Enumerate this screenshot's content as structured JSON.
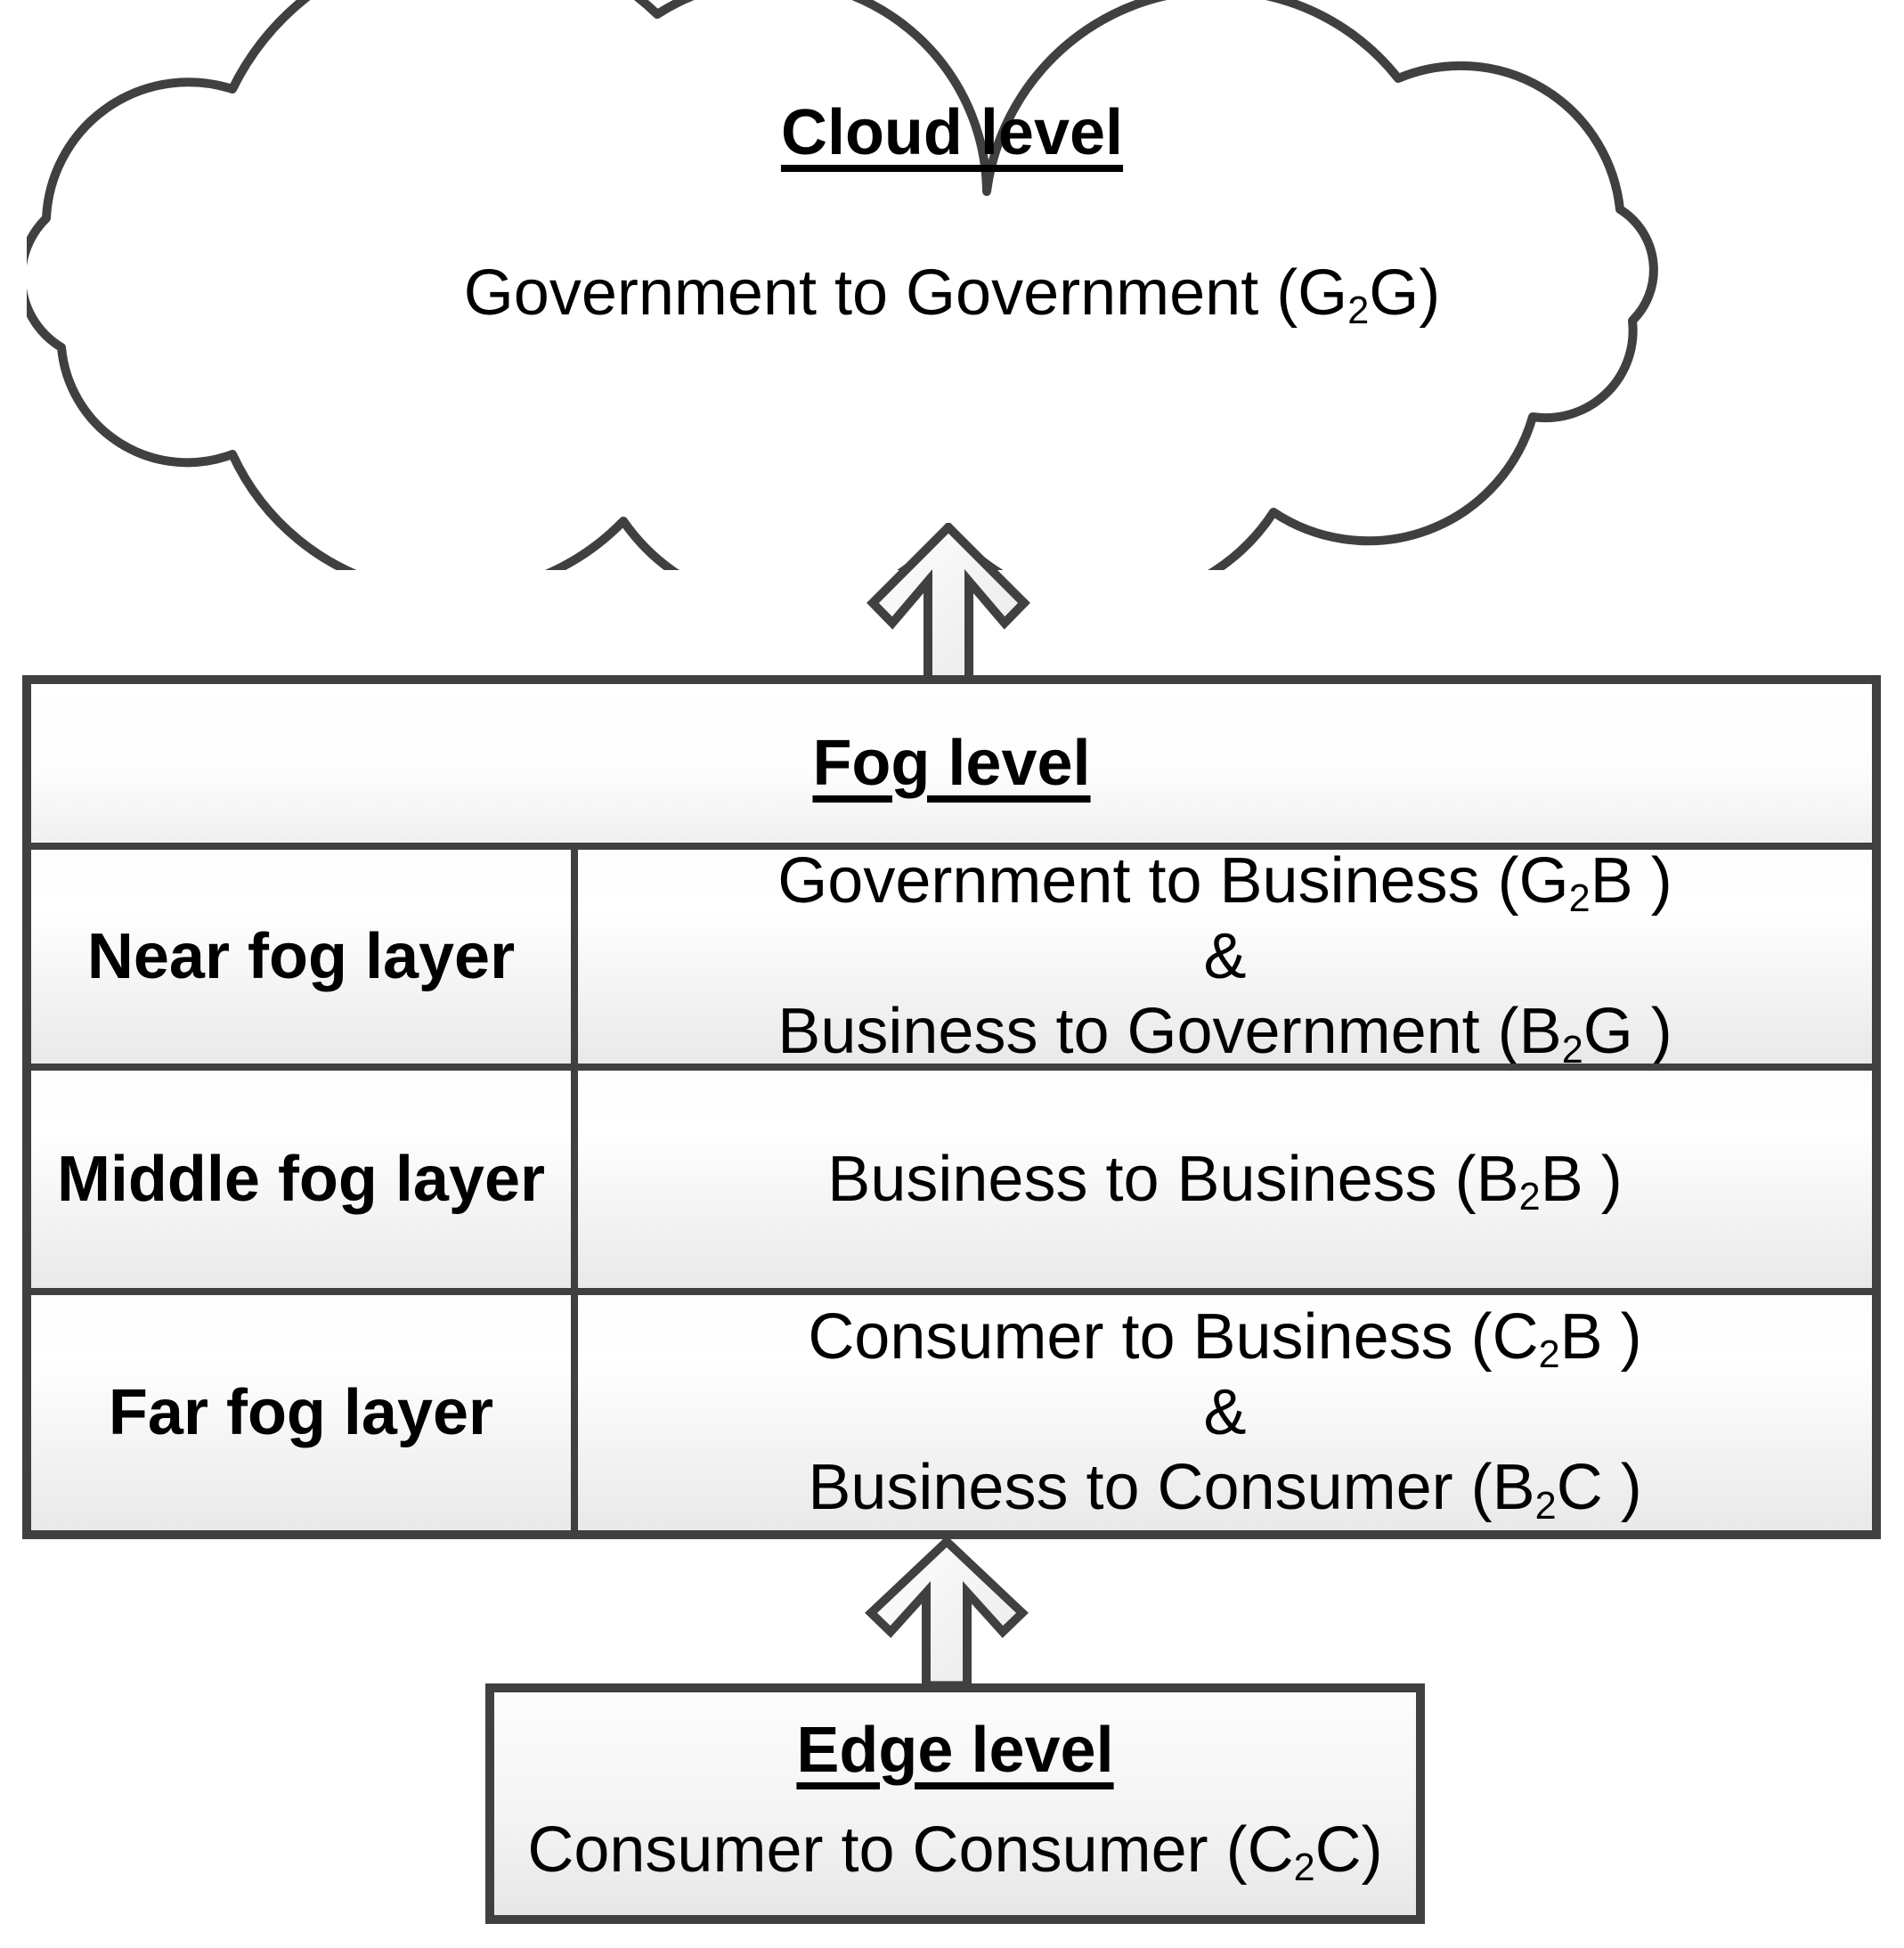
{
  "diagram": {
    "cloud": {
      "title": "Cloud level",
      "body": {
        "pre": "Government to Government (G",
        "sub": "2",
        "post": "G)"
      }
    },
    "fog": {
      "title": "Fog level",
      "rows": [
        {
          "layer": "Near fog layer",
          "line1": {
            "pre": "Government to Business (G",
            "sub": "2",
            "post": "B )"
          },
          "amp": "&",
          "line2": {
            "pre": "Business to Government (B",
            "sub": "2",
            "post": "G )"
          }
        },
        {
          "layer": "Middle fog layer",
          "line1": {
            "pre": "Business to Business (B",
            "sub": "2",
            "post": "B )"
          }
        },
        {
          "layer": "Far fog layer",
          "line1": {
            "pre": "Consumer to Business (C",
            "sub": "2",
            "post": "B )"
          },
          "amp": "&",
          "line2": {
            "pre": "Business to Consumer (B",
            "sub": "2",
            "post": "C )"
          }
        }
      ]
    },
    "edge": {
      "title": "Edge level",
      "body": {
        "pre": "Consumer to Consumer (C",
        "sub": "2",
        "post": "C)"
      }
    },
    "icons": {
      "up_arrow_cloud": "up-arrow",
      "up_arrow_fog": "up-arrow"
    },
    "colors": {
      "stroke": "#404040",
      "shape_fill_top": "#ffffff",
      "shape_fill_bottom": "#e9e9e9",
      "text": "#000000",
      "background": "#ffffff"
    }
  }
}
